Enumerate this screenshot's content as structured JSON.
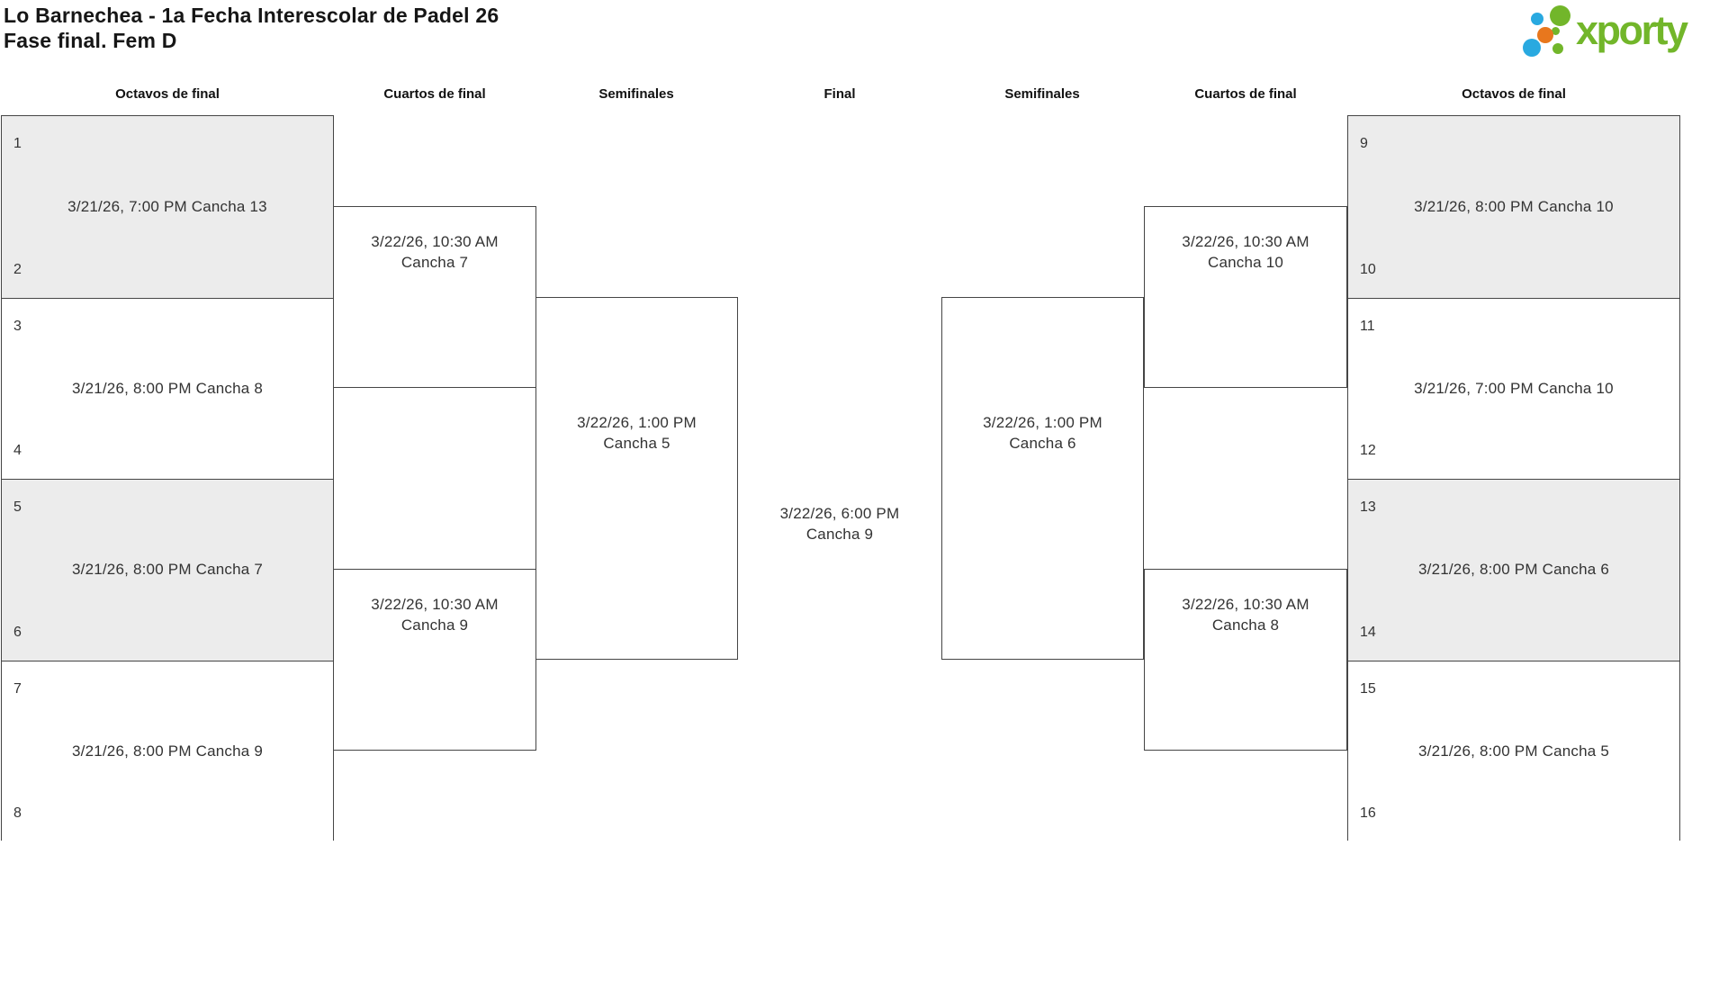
{
  "title": {
    "line1": "Lo Barnechea - 1a Fecha Interescolar de Padel 26",
    "line2": "Fase final. Fem D"
  },
  "logo": {
    "wordmark": "xporty"
  },
  "headers": [
    "Octavos de final",
    "Cuartos de final",
    "Semifinales",
    "Final",
    "Semifinales",
    "Cuartos de final",
    "Octavos de final"
  ],
  "bracket": {
    "r16_left": [
      {
        "seed_top": "1",
        "seed_bottom": "2",
        "schedule": "3/21/26, 7:00 PM Cancha 13"
      },
      {
        "seed_top": "3",
        "seed_bottom": "4",
        "schedule": "3/21/26, 8:00 PM Cancha 8"
      },
      {
        "seed_top": "5",
        "seed_bottom": "6",
        "schedule": "3/21/26, 8:00 PM Cancha 7"
      },
      {
        "seed_top": "7",
        "seed_bottom": "8",
        "schedule": "3/21/26, 8:00 PM Cancha 9"
      }
    ],
    "r16_right": [
      {
        "seed_top": "9",
        "seed_bottom": "10",
        "schedule": "3/21/26, 8:00 PM Cancha 10"
      },
      {
        "seed_top": "11",
        "seed_bottom": "12",
        "schedule": "3/21/26, 7:00 PM Cancha 10"
      },
      {
        "seed_top": "13",
        "seed_bottom": "14",
        "schedule": "3/21/26, 8:00 PM Cancha 6"
      },
      {
        "seed_top": "15",
        "seed_bottom": "16",
        "schedule": "3/21/26, 8:00 PM Cancha 5"
      }
    ],
    "qf_left": [
      {
        "datetime": "3/22/26, 10:30 AM",
        "court": "Cancha 7"
      },
      {
        "datetime": "3/22/26, 10:30 AM",
        "court": "Cancha 9"
      }
    ],
    "qf_right": [
      {
        "datetime": "3/22/26, 10:30 AM",
        "court": "Cancha 10"
      },
      {
        "datetime": "3/22/26, 10:30 AM",
        "court": "Cancha 8"
      }
    ],
    "sf_left": {
      "datetime": "3/22/26, 1:00 PM",
      "court": "Cancha 5"
    },
    "sf_right": {
      "datetime": "3/22/26, 1:00 PM",
      "court": "Cancha 6"
    },
    "final": {
      "datetime": "3/22/26, 6:00 PM",
      "court": "Cancha 9"
    }
  },
  "colors": {
    "border": "#454545",
    "shaded-row": "#ececec",
    "text": "#333333",
    "title": "#161616",
    "header": "#111111",
    "logo-green": "#72b62a",
    "logo-blue": "#29a9e0",
    "logo-orange": "#e8771d"
  }
}
